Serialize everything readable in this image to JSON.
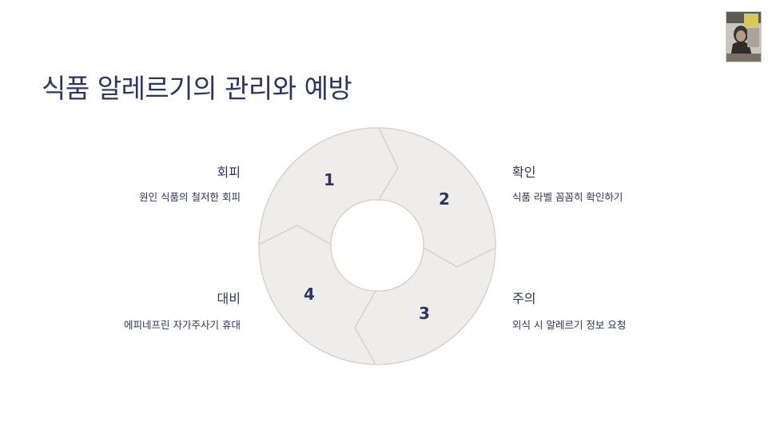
{
  "slide": {
    "title": "식품 알레르기의 관리와 예방"
  },
  "steps": [
    {
      "number": "1",
      "heading": "회피",
      "description": "원인 식품의 철저한 회피"
    },
    {
      "number": "2",
      "heading": "확인",
      "description": "식품 라벨 꼼꼼히 확인하기"
    },
    {
      "number": "3",
      "heading": "주의",
      "description": "외식 시 알레르기 정보 요청"
    },
    {
      "number": "4",
      "heading": "대비",
      "description": "에피네프린 자가주사기 휴대"
    }
  ],
  "colors": {
    "title": "#2e3560",
    "segment_fill": "#efedec",
    "segment_stroke": "#d6d2cf",
    "text": "#2e3560"
  }
}
